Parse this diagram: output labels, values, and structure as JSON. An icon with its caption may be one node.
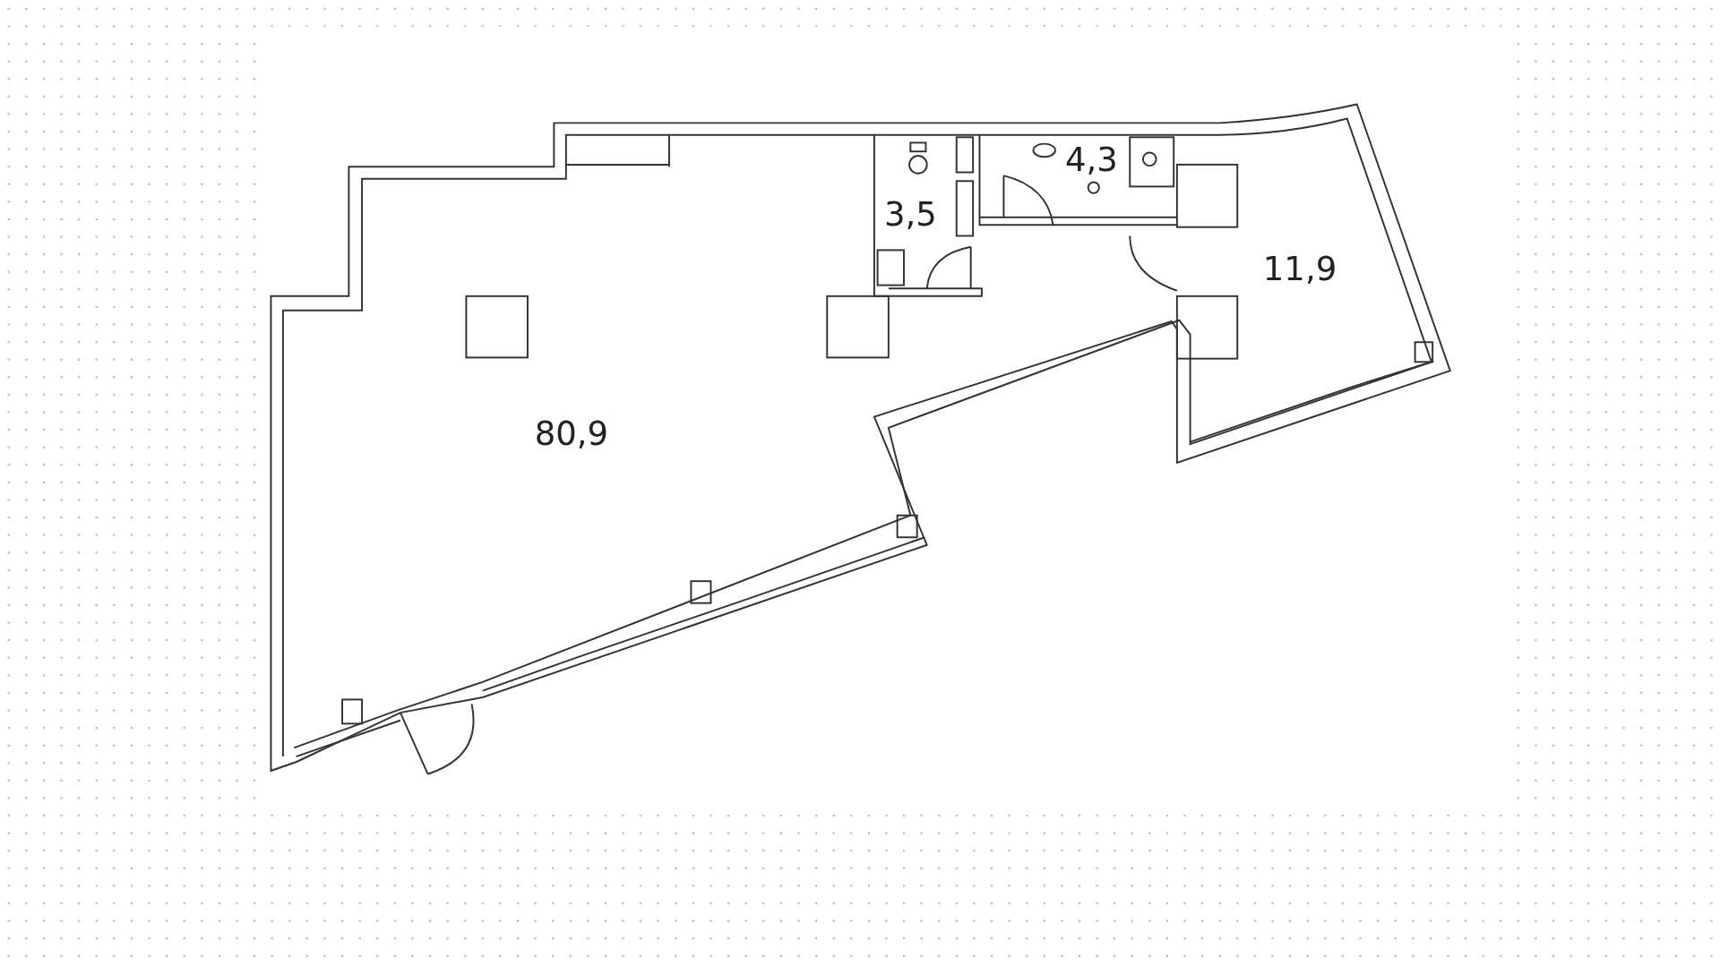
{
  "diagram": {
    "labels": [
      "80,9",
      "3,5",
      "4,3",
      "11,9"
    ]
  }
}
